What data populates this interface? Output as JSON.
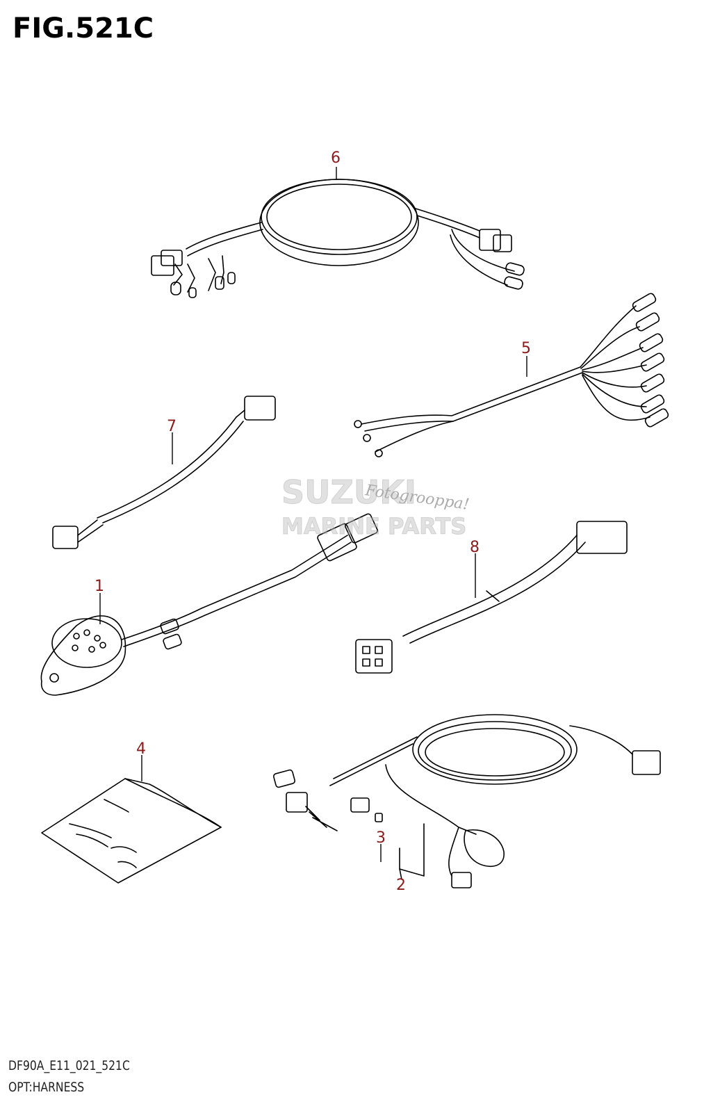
{
  "figure": {
    "title": "FIG.521C",
    "code": "DF90A_E11_021_521C",
    "name": "OPT:HARNESS"
  },
  "callouts": [
    "6",
    "5",
    "7",
    "8",
    "1",
    "4",
    "3",
    "2"
  ],
  "watermark": {
    "line1": "SUZUKI",
    "line2": "MARINE PARTS",
    "tagline": "Fotogrooppa!"
  },
  "colors": {
    "callout": "#8b1a1a",
    "line": "#000000",
    "watermark": "#c8c8c8"
  }
}
